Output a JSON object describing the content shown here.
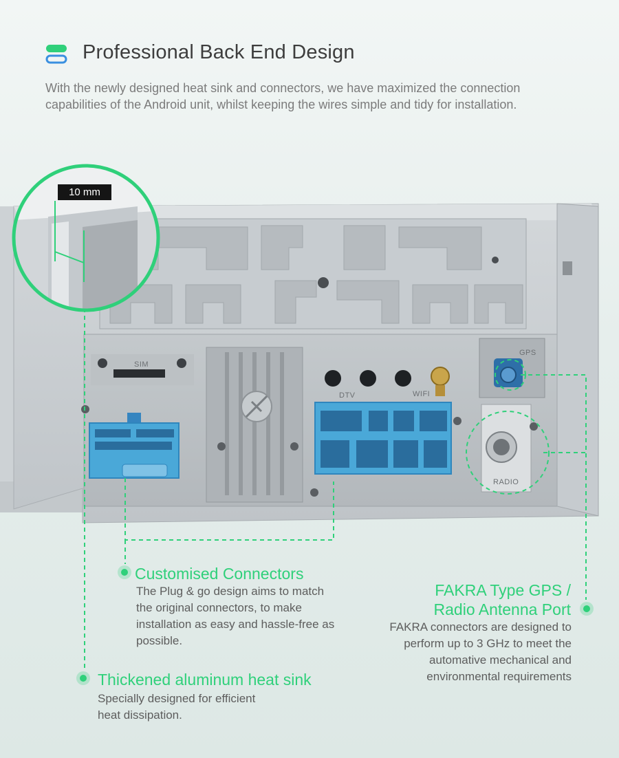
{
  "header": {
    "title": "Professional Back End Design",
    "description": "With the newly designed heat sink and connectors, we have maximized the connection capabilities of the Android unit, whilst keeping the wires simple and tidy for installation.",
    "icon": "pill-stack-icon"
  },
  "callouts": {
    "zoom_measure": "10 mm",
    "connectors": {
      "title": "Customised Connectors",
      "description": "The Plug & go design aims to match the original connectors, to make installation as easy and hassle-free as possible."
    },
    "heatsink": {
      "title": "Thickened aluminum heat sink",
      "description": "Specially designed for efficient heat dissipation."
    },
    "fakra": {
      "title_line1": "FAKRA Type GPS /",
      "title_line2": "Radio Antenna Port",
      "description": "FAKRA connectors are designed to perform up to 3 GHz to meet the automative mechanical and environmental requirements"
    }
  },
  "device_labels": {
    "sim": "SIM",
    "dtv": "DTV",
    "wifi": "WIFI",
    "gps": "GPS",
    "radio": "RADIO"
  },
  "colors": {
    "accent": "#2fd07a",
    "connector_blue": "#4aa8d8",
    "chassis": "#c9ced1"
  }
}
